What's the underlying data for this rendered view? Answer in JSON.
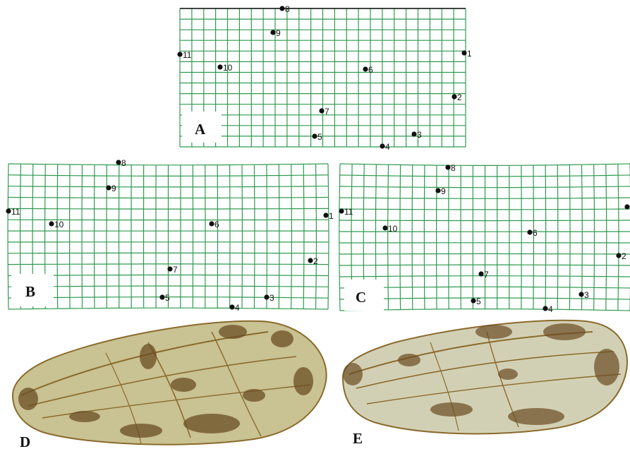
{
  "colors": {
    "grid": "#2f9a4f",
    "landmark": "#111111",
    "label_box": "#ffffff",
    "wing_membrane": "#cfc89a",
    "wing_vein": "#8a6a2c",
    "wing_spot": "#6b4d24"
  },
  "panels": [
    {
      "id": "A",
      "label": "A",
      "type": "deformation-grid",
      "landmarks": [
        {
          "id": "1",
          "label": "1"
        },
        {
          "id": "2",
          "label": "2"
        },
        {
          "id": "3",
          "label": "3"
        },
        {
          "id": "4",
          "label": "4"
        },
        {
          "id": "5",
          "label": "5"
        },
        {
          "id": "6",
          "label": "6"
        },
        {
          "id": "7",
          "label": "7"
        },
        {
          "id": "8",
          "label": "8"
        },
        {
          "id": "9",
          "label": "9"
        },
        {
          "id": "10",
          "label": "10"
        },
        {
          "id": "11",
          "label": "11"
        }
      ]
    },
    {
      "id": "B",
      "label": "B",
      "type": "deformation-grid",
      "landmarks": [
        {
          "id": "1",
          "label": "1"
        },
        {
          "id": "2",
          "label": "2"
        },
        {
          "id": "3",
          "label": "3"
        },
        {
          "id": "4",
          "label": "4"
        },
        {
          "id": "5",
          "label": "5"
        },
        {
          "id": "6",
          "label": "6"
        },
        {
          "id": "7",
          "label": "7"
        },
        {
          "id": "8",
          "label": "8"
        },
        {
          "id": "9",
          "label": "9"
        },
        {
          "id": "10",
          "label": "10"
        },
        {
          "id": "11",
          "label": "11"
        }
      ]
    },
    {
      "id": "C",
      "label": "C",
      "type": "deformation-grid",
      "landmarks": [
        {
          "id": "1",
          "label": ""
        },
        {
          "id": "2",
          "label": "2"
        },
        {
          "id": "3",
          "label": "3"
        },
        {
          "id": "4",
          "label": "4"
        },
        {
          "id": "5",
          "label": "5"
        },
        {
          "id": "6",
          "label": "6"
        },
        {
          "id": "7",
          "label": "7"
        },
        {
          "id": "8",
          "label": "8"
        },
        {
          "id": "9",
          "label": "9"
        },
        {
          "id": "10",
          "label": "10"
        },
        {
          "id": "11",
          "label": "11"
        }
      ]
    },
    {
      "id": "D",
      "label": "D",
      "type": "wing-photo"
    },
    {
      "id": "E",
      "label": "E",
      "type": "wing-photo"
    }
  ]
}
